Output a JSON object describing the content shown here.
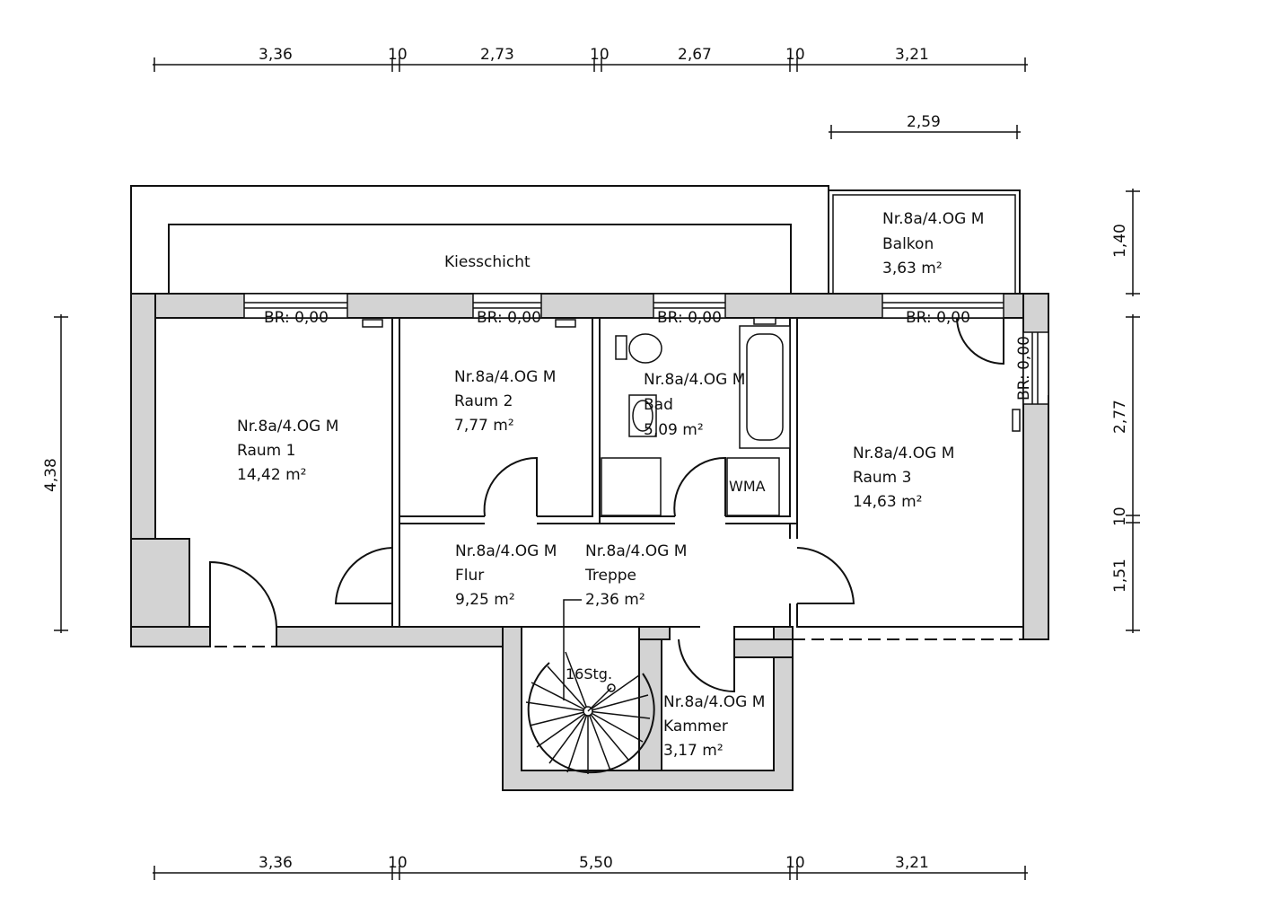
{
  "dimensions": {
    "top_row": [
      "3,36",
      "10",
      "2,73",
      "10",
      "2,67",
      "10",
      "3,21"
    ],
    "balcony_width": "2,59",
    "bottom_row": [
      "3,36",
      "10",
      "5,50",
      "10",
      "3,21"
    ],
    "left_height": "4,38",
    "right_column": [
      "1,40",
      "2,77",
      "10",
      "1,51"
    ]
  },
  "labels": {
    "gravel": "Kiesschicht",
    "parapet": "BR: 0,00",
    "parapet_vertical": "BR: 0,00",
    "washer": "WMA",
    "stairs": "16Stg."
  },
  "rooms": {
    "balkon": {
      "id": "Nr.8a/4.OG M",
      "name": "Balkon",
      "area": "3,63 m²"
    },
    "raum1": {
      "id": "Nr.8a/4.OG M",
      "name": "Raum 1",
      "area": "14,42 m²"
    },
    "raum2": {
      "id": "Nr.8a/4.OG M",
      "name": "Raum 2",
      "area": "7,77 m²"
    },
    "bad": {
      "id": "Nr.8a/4.OG M",
      "name": "Bad",
      "area": "5,09 m²"
    },
    "raum3": {
      "id": "Nr.8a/4.OG M",
      "name": "Raum 3",
      "area": "14,63 m²"
    },
    "flur": {
      "id": "Nr.8a/4.OG M",
      "name": "Flur",
      "area": "9,25 m²"
    },
    "treppe": {
      "id": "Nr.8a/4.OG M",
      "name": "Treppe",
      "area": "2,36 m²"
    },
    "kammer": {
      "id": "Nr.8a/4.OG M",
      "name": "Kammer",
      "area": "3,17 m²"
    }
  }
}
